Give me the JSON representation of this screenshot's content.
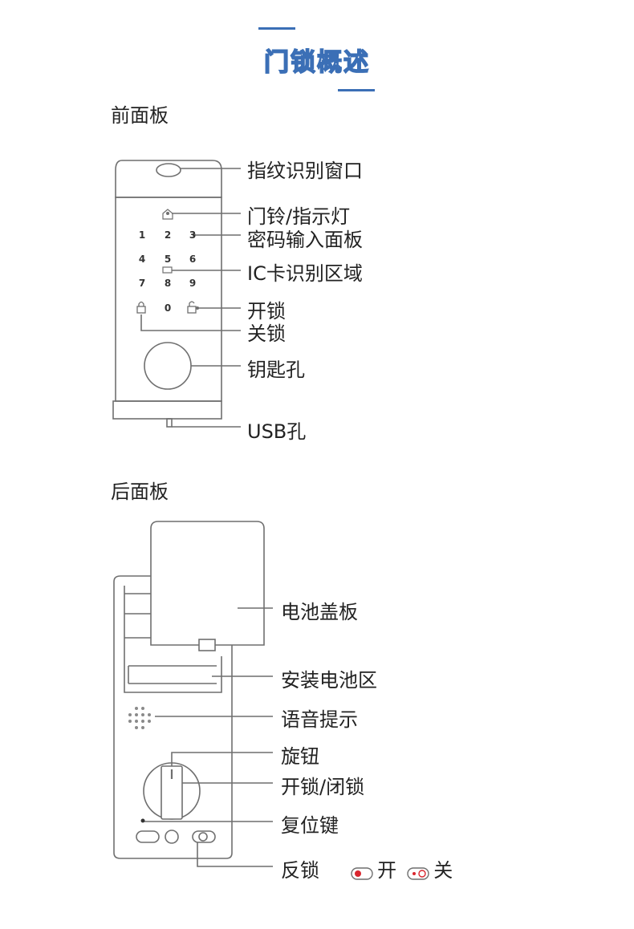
{
  "title": "门锁概述",
  "front": {
    "heading": "前面板",
    "labels": {
      "fingerprint": "指纹识别窗口",
      "doorbell": "门铃/指示灯",
      "keypad": "密码输入面板",
      "ic_card": "IC卡识别区域",
      "unlock": "开锁",
      "lock": "关锁",
      "keyhole": "钥匙孔",
      "usb": "USB孔"
    },
    "keys": [
      "1",
      "2",
      "3",
      "4",
      "5",
      "6",
      "7",
      "8",
      "9",
      "0"
    ]
  },
  "back": {
    "heading": "后面板",
    "labels": {
      "battery_cover": "电池盖板",
      "battery_area": "安装电池区",
      "voice": "语音提示",
      "knob": "旋钮",
      "open_close": "开锁/闭锁",
      "reset": "复位键",
      "deadlock": "反锁",
      "on": "开",
      "off": "关"
    }
  },
  "colors": {
    "accent": "#3b6fb6",
    "line": "#6f6f6f",
    "red": "#d9262e"
  }
}
